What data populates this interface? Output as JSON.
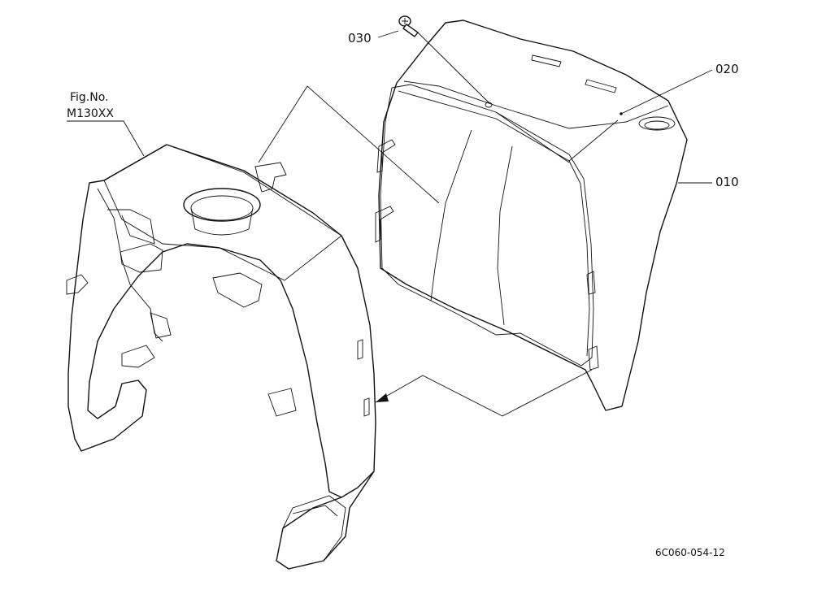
{
  "figure": {
    "label": "Fig.No.",
    "number": "M130XX"
  },
  "callouts": [
    {
      "id": "030",
      "text": "030"
    },
    {
      "id": "020",
      "text": "020"
    },
    {
      "id": "010",
      "text": "010"
    }
  ],
  "drawing_code": "6C060-054-12"
}
